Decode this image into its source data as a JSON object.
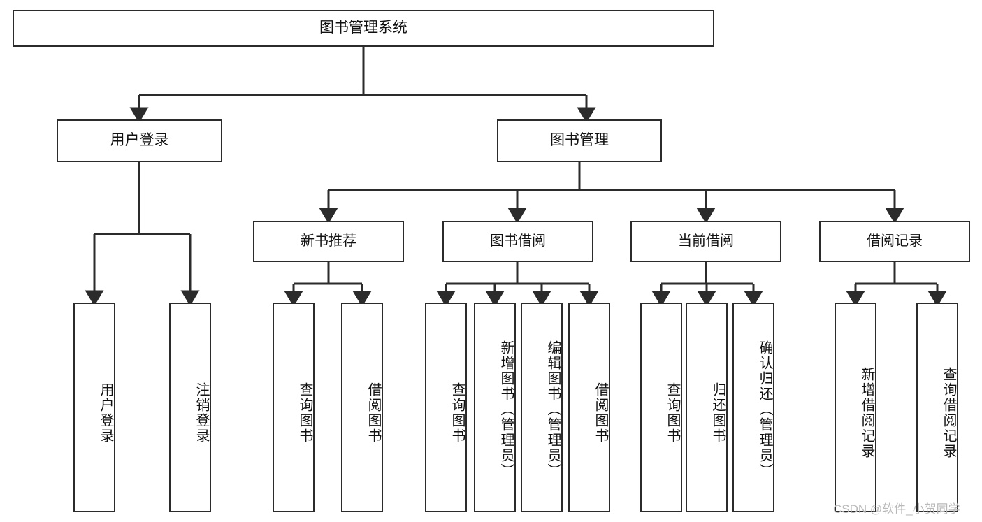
{
  "diagram": {
    "title": "图书管理系统",
    "type": "hierarchy-tree",
    "root": {
      "label": "图书管理系统"
    },
    "level2": [
      {
        "label": "用户登录"
      },
      {
        "label": "图书管理"
      }
    ],
    "level3": [
      {
        "label": "新书推荐"
      },
      {
        "label": "图书借阅"
      },
      {
        "label": "当前借阅"
      },
      {
        "label": "借阅记录"
      }
    ],
    "leaves": {
      "user_login": [
        {
          "label": "用户登录"
        },
        {
          "label": "注销登录"
        }
      ],
      "new_book_recommend": [
        {
          "label": "查询图书"
        },
        {
          "label": "借阅图书"
        }
      ],
      "book_borrow": [
        {
          "label": "查询图书"
        },
        {
          "label": "新增图书（管理员）"
        },
        {
          "label": "编辑图书（管理员）"
        },
        {
          "label": "借阅图书"
        }
      ],
      "current_borrow": [
        {
          "label": "查询图书"
        },
        {
          "label": "归还图书"
        },
        {
          "label": "确认归还（管理员）"
        }
      ],
      "borrow_record": [
        {
          "label": "新增借阅记录"
        },
        {
          "label": "查询借阅记录"
        }
      ]
    }
  },
  "watermark": {
    "text": "CSDN @软件_小贺同学"
  },
  "colors": {
    "border": "#2b2b2b",
    "background": "#ffffff",
    "text": "#111111",
    "watermark": "#b9b9b9"
  }
}
